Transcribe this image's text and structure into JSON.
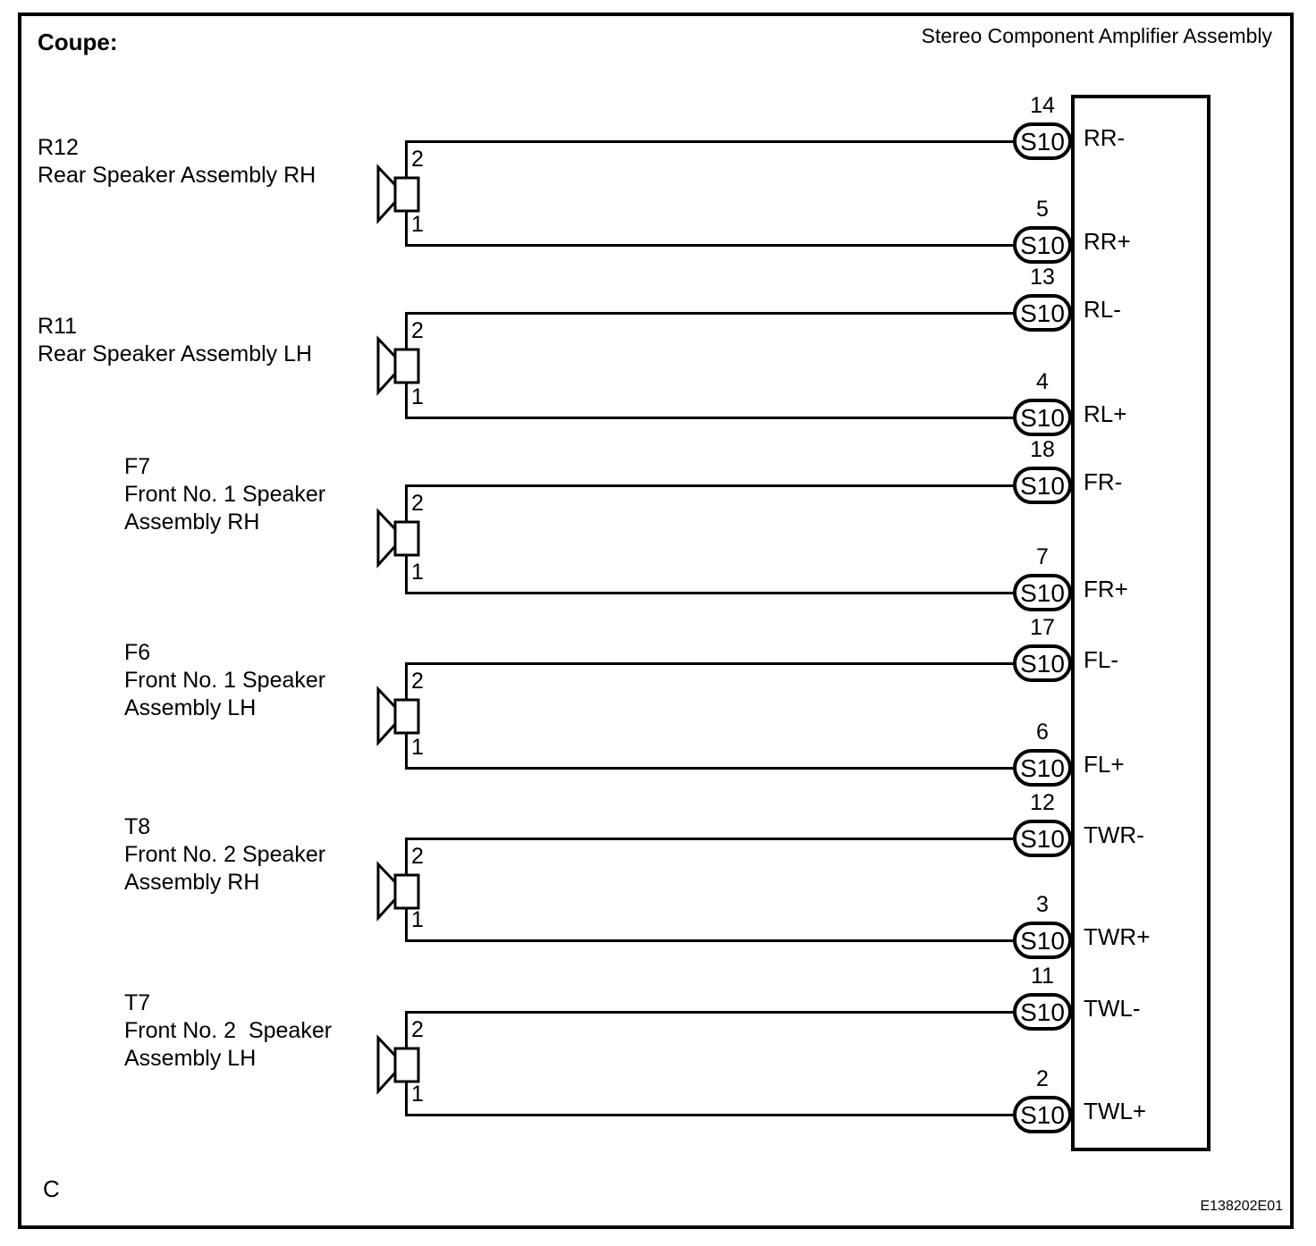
{
  "page": {
    "variant_label": "Coupe:",
    "amplifier_label": "Stereo Component Amplifier Assembly",
    "section_letter": "C",
    "figure_code": "E138202E01"
  },
  "amplifier": {
    "name": "Stereo Component Amplifier Assembly",
    "connector_code": "S10"
  },
  "speakers": [
    {
      "id": "R12",
      "label_lines": [
        "R12",
        "Rear Speaker Assembly RH"
      ],
      "pin_top": "2",
      "pin_bottom": "1"
    },
    {
      "id": "R11",
      "label_lines": [
        "R11",
        "Rear Speaker Assembly LH"
      ],
      "pin_top": "2",
      "pin_bottom": "1"
    },
    {
      "id": "F7",
      "label_lines": [
        "F7",
        "Front No. 1 Speaker",
        "Assembly RH"
      ],
      "pin_top": "2",
      "pin_bottom": "1"
    },
    {
      "id": "F6",
      "label_lines": [
        "F6",
        "Front No. 1 Speaker",
        "Assembly LH"
      ],
      "pin_top": "2",
      "pin_bottom": "1"
    },
    {
      "id": "T8",
      "label_lines": [
        "T8",
        "Front No. 2 Speaker",
        "Assembly RH"
      ],
      "pin_top": "2",
      "pin_bottom": "1"
    },
    {
      "id": "T7",
      "label_lines": [
        "T7",
        "Front No. 2  Speaker",
        "Assembly LH"
      ],
      "pin_top": "2",
      "pin_bottom": "1"
    }
  ],
  "connectors": [
    {
      "pin": "14",
      "code": "S10",
      "signal": "RR-"
    },
    {
      "pin": "5",
      "code": "S10",
      "signal": "RR+"
    },
    {
      "pin": "13",
      "code": "S10",
      "signal": "RL-"
    },
    {
      "pin": "4",
      "code": "S10",
      "signal": "RL+"
    },
    {
      "pin": "18",
      "code": "S10",
      "signal": "FR-"
    },
    {
      "pin": "7",
      "code": "S10",
      "signal": "FR+"
    },
    {
      "pin": "17",
      "code": "S10",
      "signal": "FL-"
    },
    {
      "pin": "6",
      "code": "S10",
      "signal": "FL+"
    },
    {
      "pin": "12",
      "code": "S10",
      "signal": "TWR-"
    },
    {
      "pin": "3",
      "code": "S10",
      "signal": "TWR+"
    },
    {
      "pin": "11",
      "code": "S10",
      "signal": "TWL-"
    },
    {
      "pin": "2",
      "code": "S10",
      "signal": "TWL+"
    }
  ]
}
